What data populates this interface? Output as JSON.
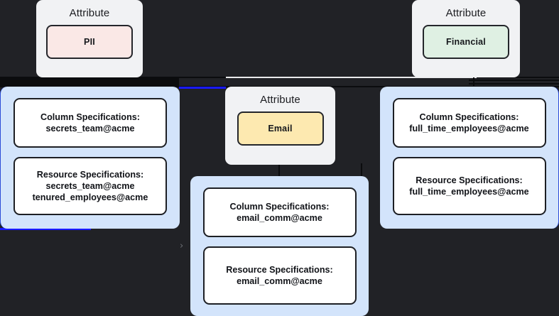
{
  "canvas": {
    "background": "#212226",
    "panel_color": "#d3e4fb",
    "card_color": "#f1f2f4",
    "selection_color": "#1a1aff"
  },
  "attributes": [
    {
      "title": "Attribute",
      "chip_label": "PII",
      "chip_color": "#fae8e6"
    },
    {
      "title": "Attribute",
      "chip_label": "Financial",
      "chip_color": "#dff0e3"
    },
    {
      "title": "Attribute",
      "chip_label": "Email",
      "chip_color": "#fde9b0"
    }
  ],
  "groups": [
    {
      "column_spec": {
        "heading": "Column Specifications:",
        "items": [
          "secrets_team@acme"
        ]
      },
      "resource_spec": {
        "heading": "Resource Specifications:",
        "items": [
          "secrets_team@acme",
          "tenured_employees@acme"
        ]
      }
    },
    {
      "column_spec": {
        "heading": "Column Specifications:",
        "items": [
          "full_time_employees@acme"
        ]
      },
      "resource_spec": {
        "heading": "Resource Specifications:",
        "items": [
          "full_time_employees@acme"
        ]
      }
    },
    {
      "column_spec": {
        "heading": "Column Specifications:",
        "items": [
          "email_comm@acme"
        ]
      },
      "resource_spec": {
        "heading": "Resource Specifications:",
        "items": [
          "email_comm@acme"
        ]
      }
    }
  ],
  "markers": {
    "chevron_glyph": "›"
  }
}
